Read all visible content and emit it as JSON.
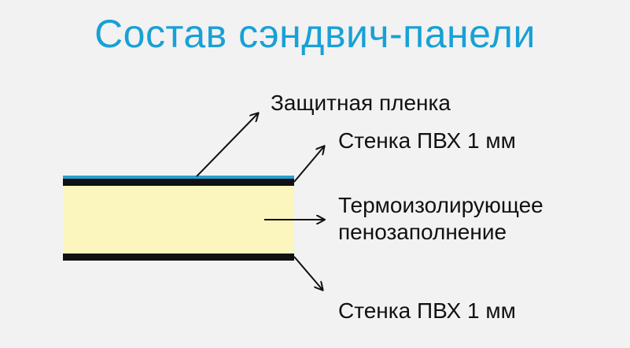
{
  "title": "Состав сэндвич-панели",
  "labels": {
    "protective_film": "Защитная пленка",
    "wall_top": "Стенка ПВХ 1 мм",
    "foam_line1": "Термоизолирующее",
    "foam_line2": "пенозаполнение",
    "wall_bottom": "Стенка ПВХ 1 мм"
  },
  "colors": {
    "title": "#17a1d6",
    "film": "#2a9fd0",
    "pvc_wall": "#111111",
    "foam": "#fbf5be"
  }
}
